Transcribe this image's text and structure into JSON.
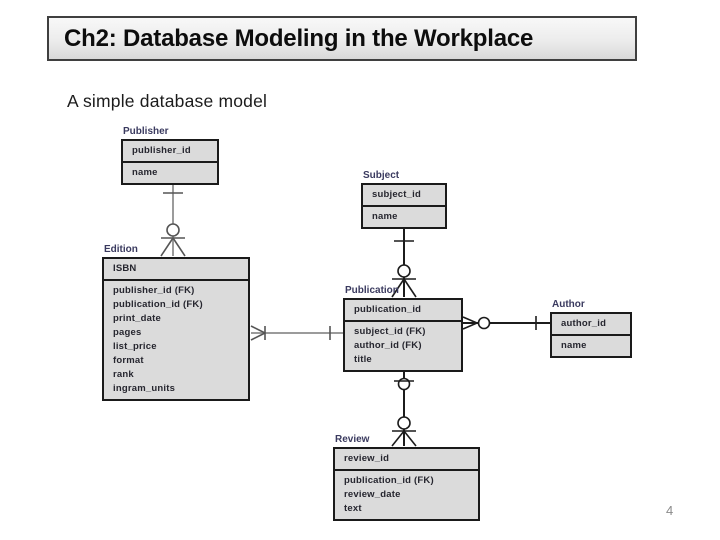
{
  "slide": {
    "title": "Ch2: Database Modeling in the Workplace",
    "subtitle": "A simple database model",
    "page_number": "4"
  },
  "colors": {
    "title_text": "#0d0d0d",
    "subtitle_text": "#1c1c1c",
    "entity_fill": "#dbdbdb",
    "entity_border": "#1a1a1a",
    "entity_label": "#3a3a5f",
    "attribute_text": "#26262f",
    "connector_gray": "#9b9b9b",
    "connector_symbol_gray": "#555555",
    "connector_black": "#1c1c1c",
    "page_number": "#8a8a8a"
  },
  "diagram": {
    "entities": [
      {
        "name": "Publisher",
        "pk": [
          "publisher_id"
        ],
        "attributes": [
          "name"
        ]
      },
      {
        "name": "Subject",
        "pk": [
          "subject_id"
        ],
        "attributes": [
          "name"
        ]
      },
      {
        "name": "Edition",
        "pk": [
          "ISBN"
        ],
        "attributes": [
          "publisher_id (FK)",
          "publication_id (FK)",
          "print_date",
          "pages",
          "list_price",
          "format",
          "rank",
          "ingram_units"
        ]
      },
      {
        "name": "Publication",
        "pk": [
          "publication_id"
        ],
        "attributes": [
          "subject_id (FK)",
          "author_id (FK)",
          "title"
        ]
      },
      {
        "name": "Author",
        "pk": [
          "author_id"
        ],
        "attributes": [
          "name"
        ]
      },
      {
        "name": "Review",
        "pk": [
          "review_id"
        ],
        "attributes": [
          "publication_id (FK)",
          "review_date",
          "text"
        ]
      }
    ],
    "relationships": [
      {
        "from": "Publisher",
        "to": "Edition",
        "from_cardinality": "one",
        "to_cardinality": "zero-or-many"
      },
      {
        "from": "Subject",
        "to": "Publication",
        "from_cardinality": "one",
        "to_cardinality": "zero-or-many"
      },
      {
        "from": "Publication",
        "to": "Edition",
        "from_cardinality": "one",
        "to_cardinality": "one-or-many"
      },
      {
        "from": "Author",
        "to": "Publication",
        "from_cardinality": "one",
        "to_cardinality": "zero-or-many"
      },
      {
        "from": "Publication",
        "to": "Review",
        "from_cardinality": "zero-or-one",
        "to_cardinality": "zero-or-many"
      }
    ]
  }
}
